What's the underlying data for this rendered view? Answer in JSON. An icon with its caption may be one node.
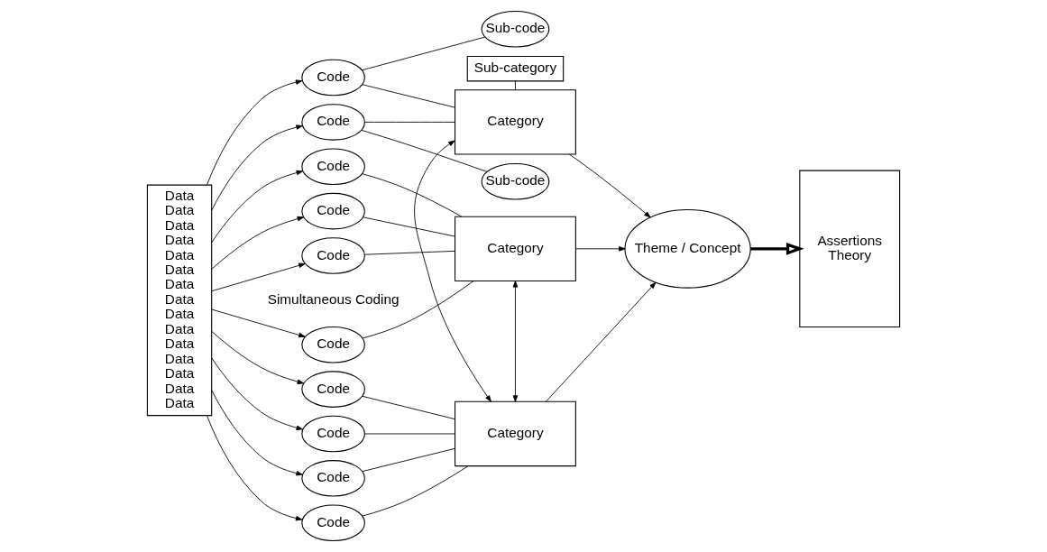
{
  "diagram": {
    "nodes": [
      {
        "text": [
          "Data",
          "Data",
          "Data",
          "Data",
          "Data",
          "Data",
          "Data",
          "Data",
          "Data",
          "Data",
          "Data",
          "Data",
          "Data",
          "Data",
          "Data"
        ]
      },
      {
        "text": [
          "Code"
        ]
      },
      {
        "text": [
          "Code"
        ]
      },
      {
        "text": [
          "Code"
        ]
      },
      {
        "text": [
          "Code"
        ]
      },
      {
        "text": [
          "Code"
        ]
      },
      {
        "text": [
          "Code"
        ]
      },
      {
        "text": [
          "Code"
        ]
      },
      {
        "text": [
          "Code"
        ]
      },
      {
        "text": [
          "Code"
        ]
      },
      {
        "text": [
          "Sub-code"
        ]
      },
      {
        "text": [
          "Code"
        ]
      },
      {
        "text": [
          "Sub-code"
        ]
      },
      {
        "text": [
          "Category"
        ]
      },
      {
        "text": [
          "Category"
        ]
      },
      {
        "text": [
          "Category"
        ]
      },
      {
        "text": [
          "Sub-category"
        ]
      },
      {
        "text": [
          "Theme / Concept"
        ]
      },
      {
        "text": [
          "Assertions",
          "Theory"
        ]
      }
    ],
    "edges": [
      {
        "from": 0,
        "to": 1,
        "arrow": "to"
      },
      {
        "from": 0,
        "to": 2,
        "arrow": "to"
      },
      {
        "from": 0,
        "to": 3,
        "arrow": "to"
      },
      {
        "from": 0,
        "to": 4,
        "arrow": "to"
      },
      {
        "from": 0,
        "to": 5,
        "arrow": "to"
      },
      {
        "from": 0,
        "to": 6,
        "arrow": "to"
      },
      {
        "from": 0,
        "to": 7,
        "arrow": "to"
      },
      {
        "from": 0,
        "to": 8,
        "arrow": "to"
      },
      {
        "from": 0,
        "to": 9,
        "arrow": "to"
      },
      {
        "from": 0,
        "to": 11,
        "arrow": "to"
      },
      {
        "from": 1,
        "to": 13,
        "arrow": "none"
      },
      {
        "from": 2,
        "to": 13,
        "arrow": "none"
      },
      {
        "from": 3,
        "to": 13,
        "arrow": "none"
      },
      {
        "from": 4,
        "to": 13,
        "arrow": "none"
      },
      {
        "from": 5,
        "to": 14,
        "arrow": "none"
      },
      {
        "from": 6,
        "to": 14,
        "arrow": "none"
      },
      {
        "from": 7,
        "to": 14,
        "arrow": "none"
      },
      {
        "from": 8,
        "to": 14,
        "arrow": "none"
      },
      {
        "from": 9,
        "to": 15,
        "arrow": "none"
      },
      {
        "from": 11,
        "to": 15,
        "arrow": "none"
      },
      {
        "from": 9,
        "to": 10,
        "arrow": "none"
      },
      {
        "from": 11,
        "to": 12,
        "arrow": "none"
      },
      {
        "from": 13,
        "to": 14,
        "arrow": "both"
      },
      {
        "from": 14,
        "to": 15,
        "arrow": "both"
      },
      {
        "from": 15,
        "to": 16,
        "arrow": "none"
      },
      {
        "from": 13,
        "to": 17,
        "arrow": "to"
      },
      {
        "from": 14,
        "to": 17,
        "arrow": "to"
      },
      {
        "from": 15,
        "to": 17,
        "arrow": "to"
      },
      {
        "from": 17,
        "to": 18,
        "arrow": "to",
        "style": "thick"
      }
    ],
    "labels": [
      "Simultaneous Coding"
    ]
  }
}
